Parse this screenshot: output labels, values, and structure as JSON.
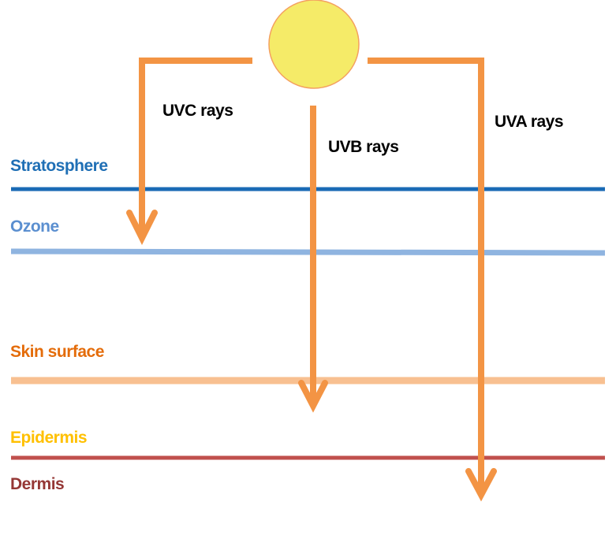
{
  "rays": [
    {
      "label": "UVC rays",
      "stops_at": "Ozone"
    },
    {
      "label": "UVB rays",
      "stops_at": "Epidermis"
    },
    {
      "label": "UVA rays",
      "stops_at": "Dermis"
    }
  ],
  "layers": [
    {
      "label": "Stratosphere",
      "color": "#1f6fb5",
      "line_color": "#1a6ab5"
    },
    {
      "label": "Ozone",
      "color": "#5b8fd0",
      "line_color": "#8fb4e0"
    },
    {
      "label": "Skin surface",
      "color": "#e46c0a",
      "line_color": "#f8c091"
    },
    {
      "label": "Epidermis",
      "color": "#ffc000",
      "line_color": "#c0504d"
    },
    {
      "label": "Dermis",
      "color": "#953735"
    }
  ],
  "colors": {
    "sun_fill": "#f5eb68",
    "sun_stroke": "#f4a060",
    "ray": "#f39444",
    "ray_label": "#000000"
  }
}
